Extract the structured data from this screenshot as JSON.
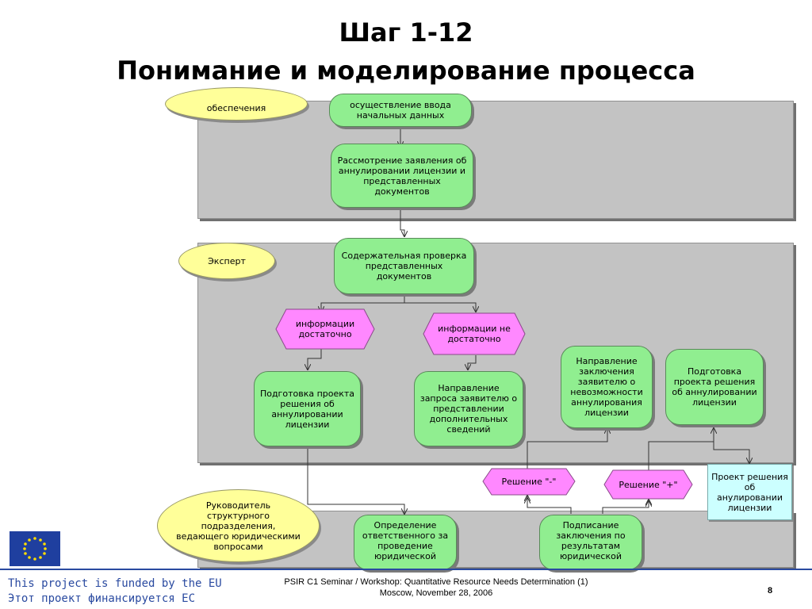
{
  "title": {
    "line1": "Шаг 1-12",
    "line2": "Понимание и моделирование процесса"
  },
  "diagram": {
    "roles": {
      "top_partial": "обеспечения",
      "expert": "Эксперт",
      "head": "Руководитель структурного подразделения, ведающего юридическими вопросами"
    },
    "processes": {
      "input": "осуществление ввода начальных данных",
      "review": "Рассмотрение заявления об аннулировании лицензии и представленных документов",
      "content_check": "Содержательная проверка представленных документов",
      "prepare_draft": "Подготовка проекта решения об аннулировании лицензии",
      "request_more": "Направление запроса заявителю о представлении дополнительных сведений",
      "send_impossibility": "Направление заключения заявителю о невозможности аннулирования лицензии",
      "prepare_draft_2": "Подготовка проекта решения об аннулировании лицензии",
      "assign": "Определение ответственного за проведение юридической",
      "sign": "Подписание заключения по результатам юридической"
    },
    "events": {
      "info_ok": "информации достаточно",
      "info_not_ok": "информации не достаточно",
      "decision_minus": "Решение \"-\"",
      "decision_plus": "Решение \"+\""
    },
    "document": "Проект решения об анулировании лицензии"
  },
  "footer": {
    "eu_line1": "This project is funded by the EU",
    "eu_line2": "Этот проект финансируется ЕС",
    "seminar_line1": "PSIR C1 Seminar / Workshop: Quantitative Resource Needs Determination (1)",
    "seminar_line2": "Moscow, November 28, 2006",
    "page_number": "8"
  },
  "colors": {
    "process": "#90ee90",
    "role": "#ffff99",
    "event": "#ff88ff",
    "document": "#ccffff",
    "lane": "#c3c3c3",
    "footer_accent": "#2a4aa0"
  }
}
